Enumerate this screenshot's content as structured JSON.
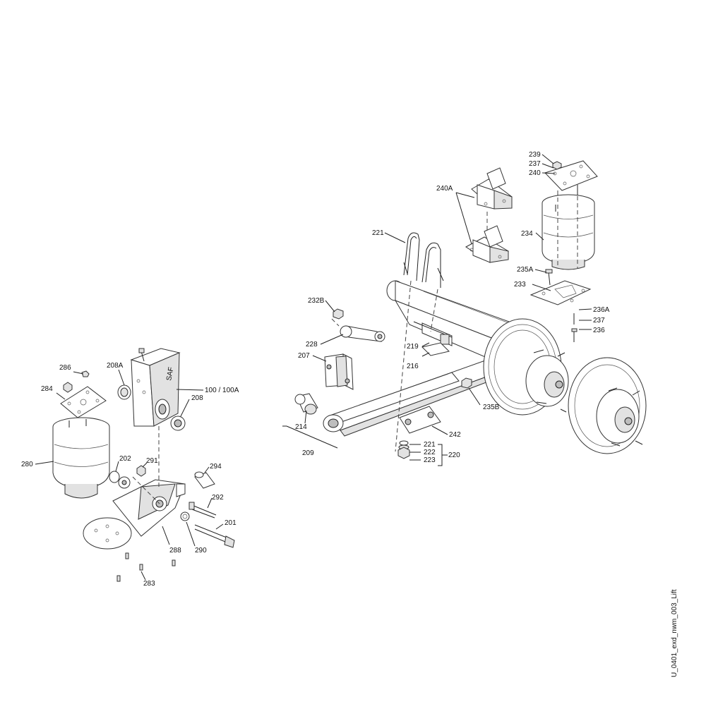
{
  "drawing_id": "U_0401_exd_nwm_003_Lift",
  "labels": {
    "l239": "239",
    "l237a": "237",
    "l240": "240",
    "l240A": "240A",
    "l221a": "221",
    "l234": "234",
    "l235A": "235A",
    "l233": "233",
    "l232B": "232B",
    "l236A": "236A",
    "l237b": "237",
    "l236": "236",
    "l228": "228",
    "l219": "219",
    "l207": "207",
    "l216": "216",
    "l235B": "235B",
    "l214": "214",
    "l242": "242",
    "l209": "209",
    "l221b": "221",
    "l222": "222",
    "l223": "223",
    "l220": "220",
    "l286": "286",
    "l208A": "208A",
    "l284": "284",
    "l100": "100 / 100A",
    "l208": "208",
    "l280": "280",
    "l202": "202",
    "l291": "291",
    "l294": "294",
    "l292": "292",
    "l201": "201",
    "l288": "288",
    "l290": "290",
    "l283": "283"
  }
}
